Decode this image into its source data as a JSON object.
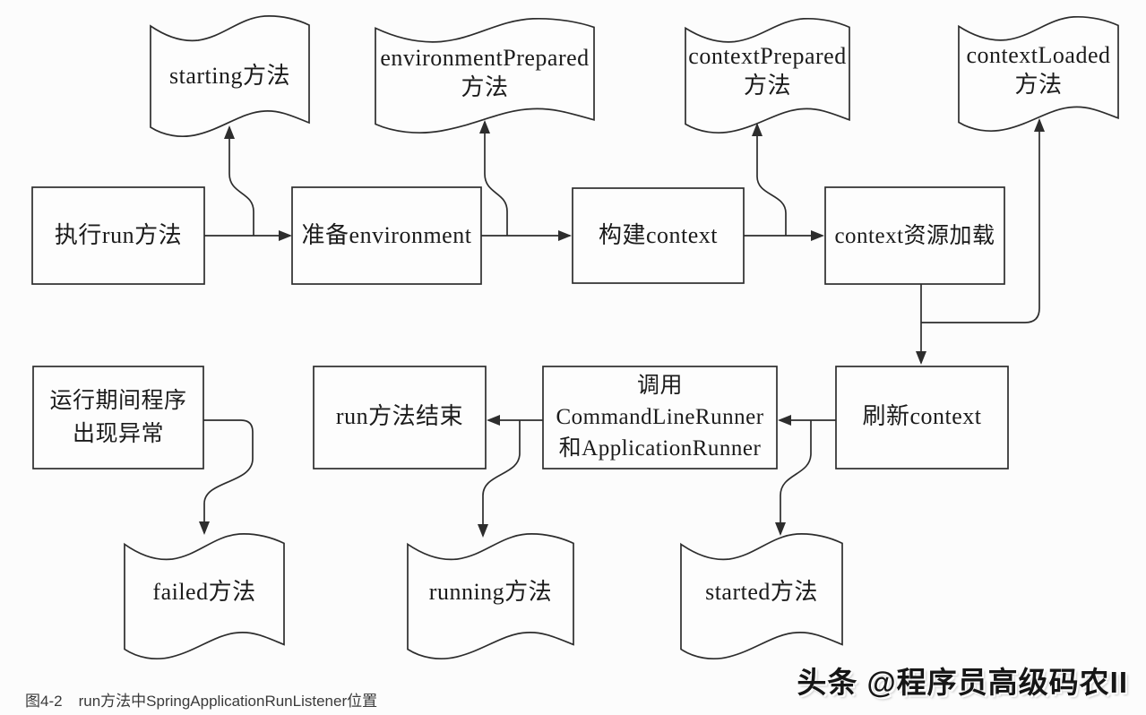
{
  "figure": {
    "caption_number": "图4-2",
    "caption_title": "run方法中SpringApplicationRunListener位置",
    "watermark": "头条 @程序员高级码农II"
  },
  "docs": {
    "starting": {
      "lines": [
        "starting方法"
      ]
    },
    "environment_prepared": {
      "lines": [
        "environmentPrepared",
        "方法"
      ]
    },
    "context_prepared": {
      "lines": [
        "contextPrepared",
        "方法"
      ]
    },
    "context_loaded": {
      "lines": [
        "contextLoaded",
        "方法"
      ]
    },
    "failed": {
      "lines": [
        "failed方法"
      ]
    },
    "running": {
      "lines": [
        "running方法"
      ]
    },
    "started": {
      "lines": [
        "started方法"
      ]
    }
  },
  "boxes": {
    "run": {
      "lines": [
        "执行run方法"
      ]
    },
    "prepare_environment": {
      "lines": [
        "准备environment"
      ]
    },
    "build_context": {
      "lines": [
        "构建context"
      ]
    },
    "context_load": {
      "lines": [
        "context资源加载"
      ]
    },
    "exception": {
      "lines": [
        "运行期间程序",
        "出现异常"
      ]
    },
    "run_end": {
      "lines": [
        "run方法结束"
      ]
    },
    "call_runners": {
      "lines": [
        "调用",
        "CommandLineRunner",
        "和ApplicationRunner"
      ]
    },
    "refresh_context": {
      "lines": [
        "刷新context"
      ]
    }
  }
}
